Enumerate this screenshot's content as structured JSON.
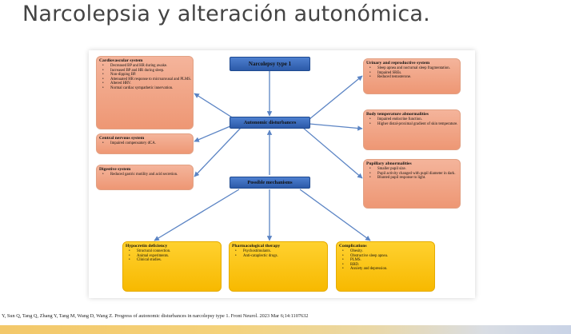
{
  "slide": {
    "title": "Narcolepsia y alteración autonómica.",
    "citation": "Y, Sun Q, Tang Q, Zhang Y, Tang M, Wang D, Wang Z. Progress of autonomic disturbances in narcolepsy type 1. Front Neurol. 2023 Mar 6;14:1107632"
  },
  "diagram": {
    "top_node": "Narcolepsy type 1",
    "hub_node": "Autonomic disturbances",
    "mech_node": "Possible mechanisms",
    "cardio": {
      "title": "Cardiovascular system",
      "items": [
        "Decreased BP and HR during awake.",
        "Increased BP and HR during sleep.",
        "Non-dipping BP.",
        "Attenuated HR response to microarousal and PLMS.",
        "Altered HRV.",
        "Normal cardiac sympathetic innervation."
      ]
    },
    "cns": {
      "title": "Central nervous system",
      "items": [
        "Impaired compensatory dCA."
      ]
    },
    "digestive": {
      "title": "Digestive system",
      "items": [
        "Reduced gastric motility and acid secretion."
      ]
    },
    "urinary": {
      "title": "Urinary and reproductive system",
      "items": [
        "Sleep apnea and nocturnal sleep fragmentation.",
        "Impaired SREs.",
        "Reduced testosterone."
      ]
    },
    "temperature": {
      "title": "Body temperature abnormalities",
      "items": [
        "Impaired endocrine function.",
        "Higher distal-proximal gradient of skin temperature."
      ]
    },
    "pupillary": {
      "title": "Pupillary abnormalities",
      "items": [
        "Smaller pupil size.",
        "Pupil activity changed with pupil diameter in dark.",
        "Blunted pupil response to light."
      ]
    },
    "hypocretin": {
      "title": "Hypocretin deficiency",
      "items": [
        "Structural connection.",
        "Animal experiments.",
        "Clinical studies."
      ]
    },
    "pharma": {
      "title": "Pharmacological therapy",
      "items": [
        "Psychostimulants.",
        "Anti-cataplectic drugs."
      ]
    },
    "complications": {
      "title": "Complications",
      "items": [
        "Obesity.",
        "Obstructive sleep apnea.",
        "PLMS.",
        "RBD.",
        "Anxiety and depression."
      ]
    }
  }
}
